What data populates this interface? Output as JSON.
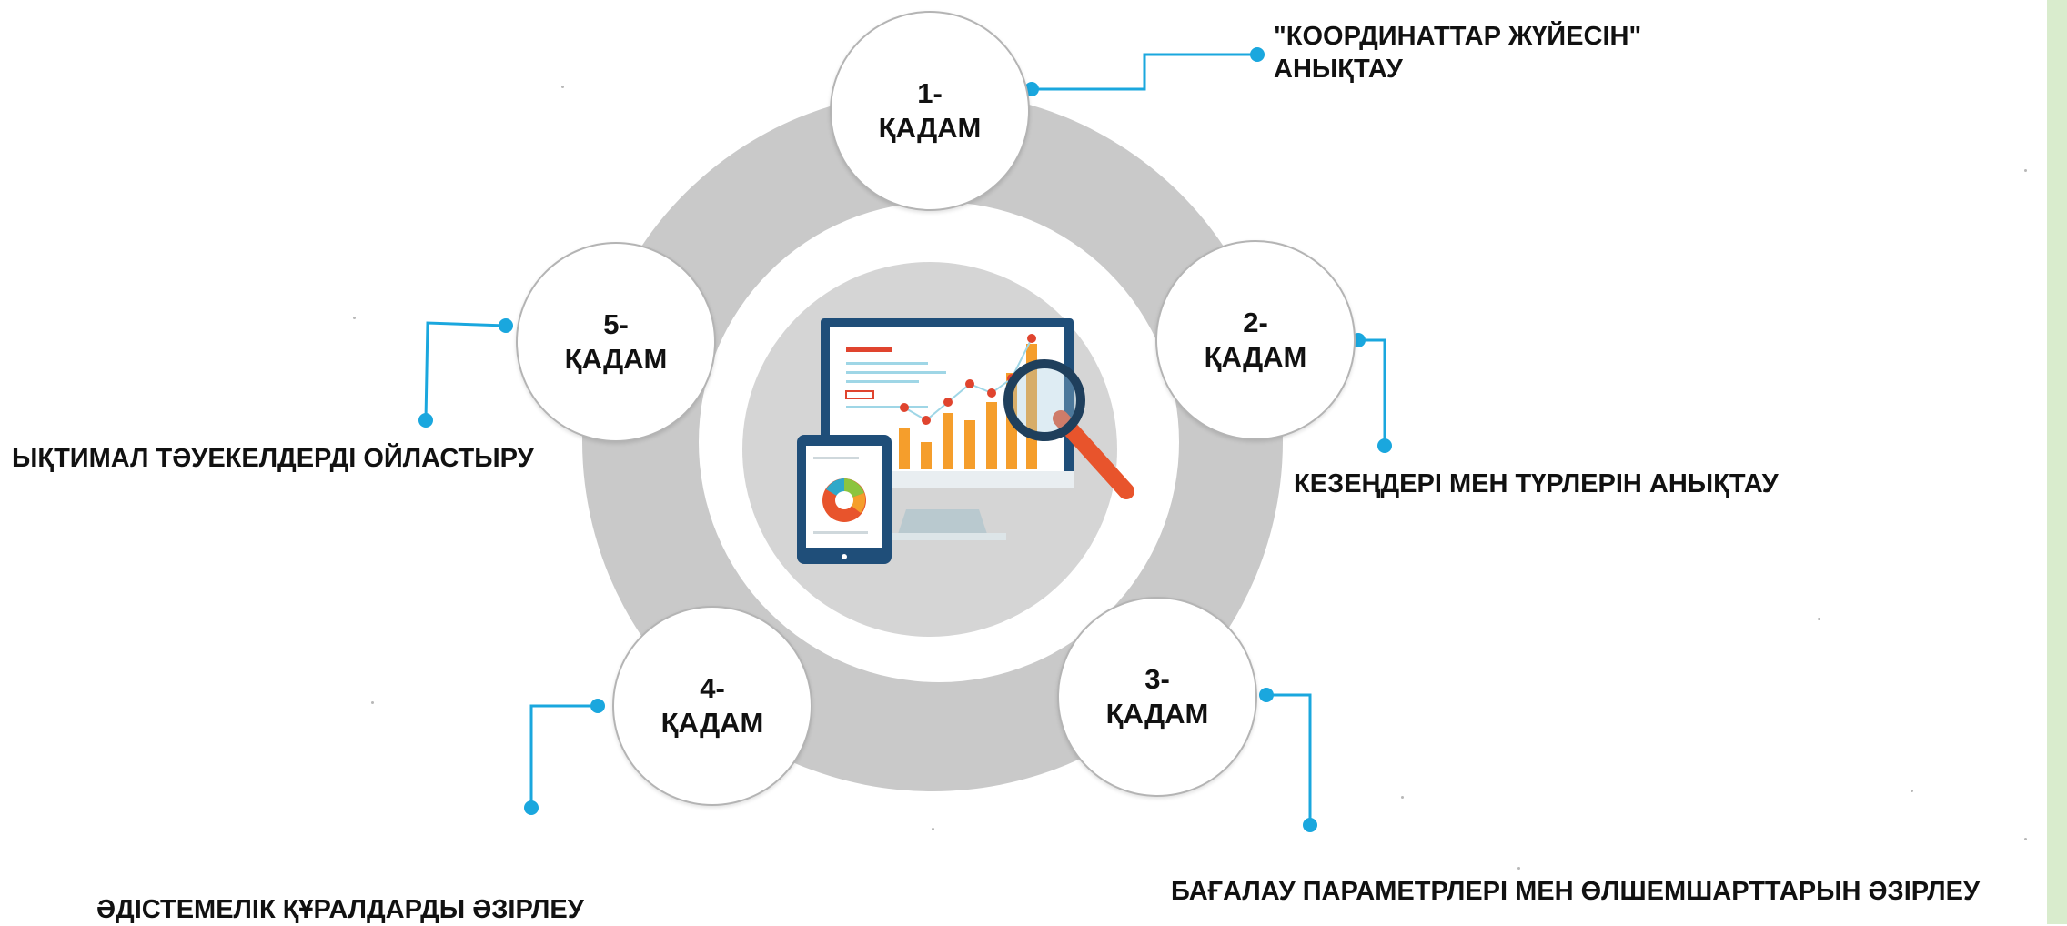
{
  "steps": [
    {
      "line1": "1-",
      "line2": "ҚАДАМ",
      "label": "\"КООРДИНАТТАР ЖҮЙЕСІН\"",
      "label2": "АНЫҚТАУ"
    },
    {
      "line1": "2-",
      "line2": "ҚАДАМ",
      "label": "КЕЗЕҢДЕРІ МЕН ТҮРЛЕРІН АНЫҚТАУ"
    },
    {
      "line1": "3-",
      "line2": "ҚАДАМ",
      "label": "БАҒАЛАУ ПАРАМЕТРЛЕРІ МЕН ӨЛШЕМШАРТТАРЫН ӘЗІРЛЕУ"
    },
    {
      "line1": "4-",
      "line2": "ҚАДАМ",
      "label": "ӘДІСТЕМЕЛІК ҚҰРАЛДАРДЫ ӘЗІРЛЕУ"
    },
    {
      "line1": "5-",
      "line2": "ҚАДАМ",
      "label": "ЫҚТИМАЛ ТӘУЕКЕЛДЕРДІ ОЙЛАСТЫРУ"
    }
  ],
  "colors": {
    "ring": "#c9c9c9",
    "connector": "#1aa7de",
    "monitor_frame": "#1f4e79",
    "bars": "#f59e2c",
    "trend_points": "#e0442e",
    "magnifier_handle": "#e8542c",
    "side_bar": "#d9eccd"
  },
  "icons": [
    "analytics-monitor-icon",
    "tablet-pie-chart-icon",
    "magnifying-glass-icon"
  ]
}
